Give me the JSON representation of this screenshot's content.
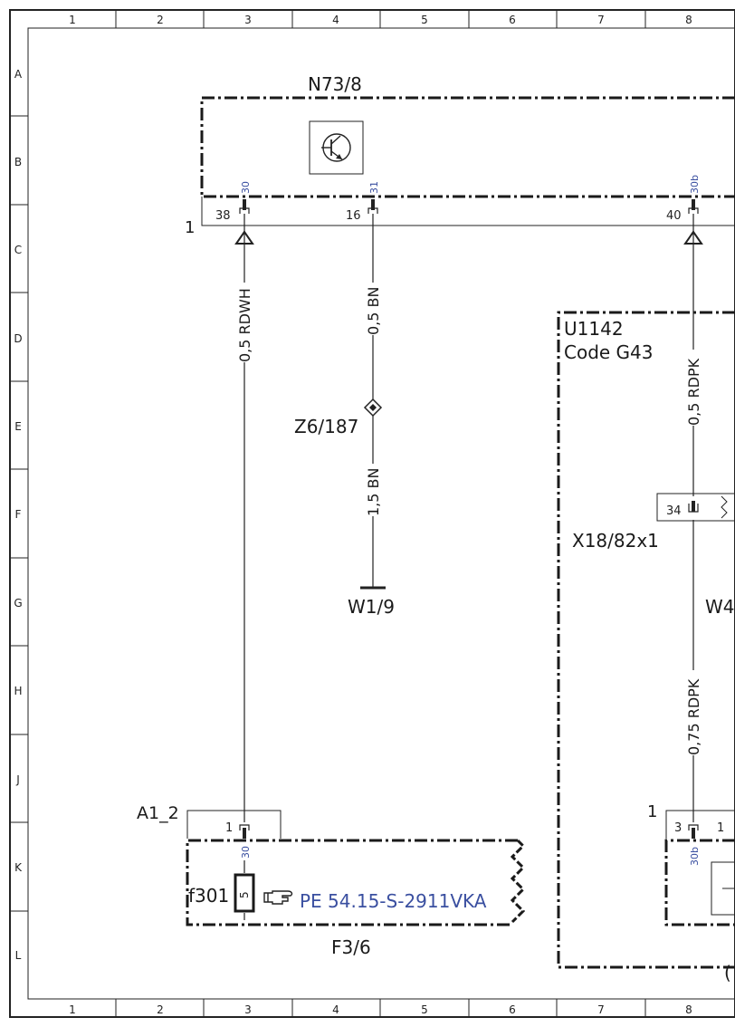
{
  "grid": {
    "columns": [
      "1",
      "2",
      "3",
      "4",
      "5",
      "6",
      "7",
      "8"
    ],
    "rows": [
      "A",
      "B",
      "C",
      "D",
      "E",
      "F",
      "G",
      "H",
      "J",
      "K",
      "L"
    ]
  },
  "components": {
    "n73_8": {
      "name": "N73/8",
      "pins": [
        {
          "num": "38",
          "term": "30"
        },
        {
          "num": "16",
          "term": "31"
        },
        {
          "num": "40",
          "term": "30b"
        }
      ],
      "connector_label": "1"
    },
    "u1142": {
      "name": "U1142",
      "code": "Code G43"
    },
    "z6_187": {
      "name": "Z6/187"
    },
    "w1_9": {
      "name": "W1/9"
    },
    "x18_82x1": {
      "name": "X18/82x1",
      "pin": "34"
    },
    "w_partial": {
      "name": "W4"
    },
    "a1_2": {
      "name": "A1_2",
      "pin": "1",
      "term": "30"
    },
    "f3_6": {
      "name": "F3/6",
      "fuse": "f301",
      "fuse_value": "5",
      "reference": "PE 54.15-S-2911VKA"
    },
    "right_conn": {
      "label": "1",
      "pin_a": "3",
      "pin_b": "1",
      "term": "30b",
      "name_partial": "("
    }
  },
  "wires": [
    {
      "id": "rdwh",
      "label": "0,5 RDWH"
    },
    {
      "id": "bn05",
      "label": "0,5 BN"
    },
    {
      "id": "bn15",
      "label": "1,5 BN"
    },
    {
      "id": "rdpk05",
      "label": "0,5 RDPK"
    },
    {
      "id": "rdpk075",
      "label": "0,75 RDPK"
    }
  ]
}
